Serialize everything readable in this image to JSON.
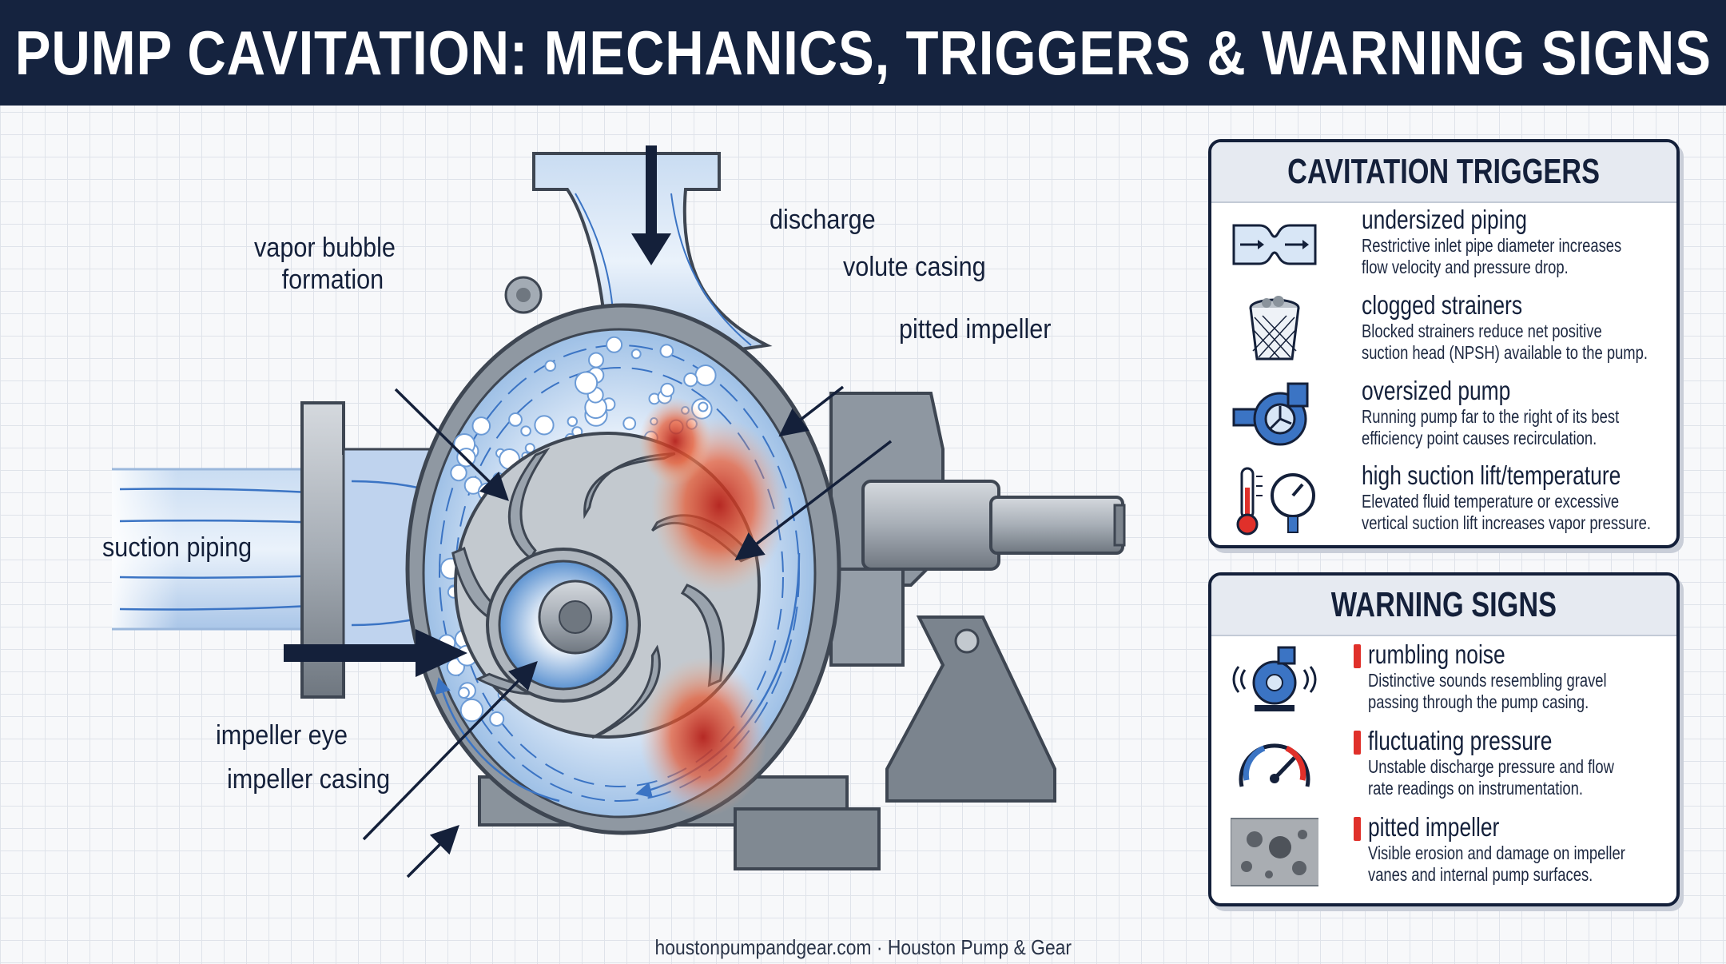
{
  "title": "PUMP CAVITATION: MECHANICS, TRIGGERS & WARNING SIGNS",
  "diagram": {
    "labels": {
      "vapor_bubble_1": "vapor bubble",
      "vapor_bubble_2": "formation",
      "discharge": "discharge",
      "volute_casing": "volute casing",
      "pitted_impeller": "pitted impeller",
      "suction_piping": "suction piping",
      "impeller_eye": "impeller eye",
      "impeller_casing": "impeller casing"
    }
  },
  "triggers": {
    "title": "CAVITATION TRIGGERS",
    "items": [
      {
        "heading": "undersized piping",
        "line1": "Restrictive inlet pipe diameter increases",
        "line2": "flow velocity and pressure drop.",
        "icon": "pipe-restriction-icon"
      },
      {
        "heading": "clogged strainers",
        "line1": "Blocked strainers reduce net positive",
        "line2": "suction head (NPSH) available to the pump.",
        "icon": "strainer-basket-icon"
      },
      {
        "heading": "oversized pump",
        "line1": "Running pump far to the right of its best",
        "line2": "efficiency point causes recirculation.",
        "icon": "pump-icon"
      },
      {
        "heading": "high suction lift/temperature",
        "line1": "Elevated fluid temperature or excessive",
        "line2": "vertical suction lift increases vapor pressure.",
        "icon": "thermometer-gauge-icon"
      }
    ]
  },
  "warnings": {
    "title": "WARNING SIGNS",
    "items": [
      {
        "heading": "rumbling noise",
        "line1": "Distinctive sounds resembling gravel",
        "line2": "passing through the pump casing.",
        "icon": "noisy-pump-icon"
      },
      {
        "heading": "fluctuating pressure",
        "line1": "Unstable discharge pressure and flow",
        "line2": "rate readings on instrumentation.",
        "icon": "pressure-gauge-icon"
      },
      {
        "heading": "pitted impeller",
        "line1": "Visible erosion and damage on impeller",
        "line2": "vanes and internal pump surfaces.",
        "icon": "pitted-surface-icon"
      }
    ],
    "accent": "#e0302a"
  },
  "footer": "houstonpumpandgear.com · Houston Pump & Gear",
  "colors": {
    "navy": "#15233f",
    "water_blue": "#4a86c8",
    "steel": "#9aa3ad",
    "damage_red": "#e0302a"
  }
}
